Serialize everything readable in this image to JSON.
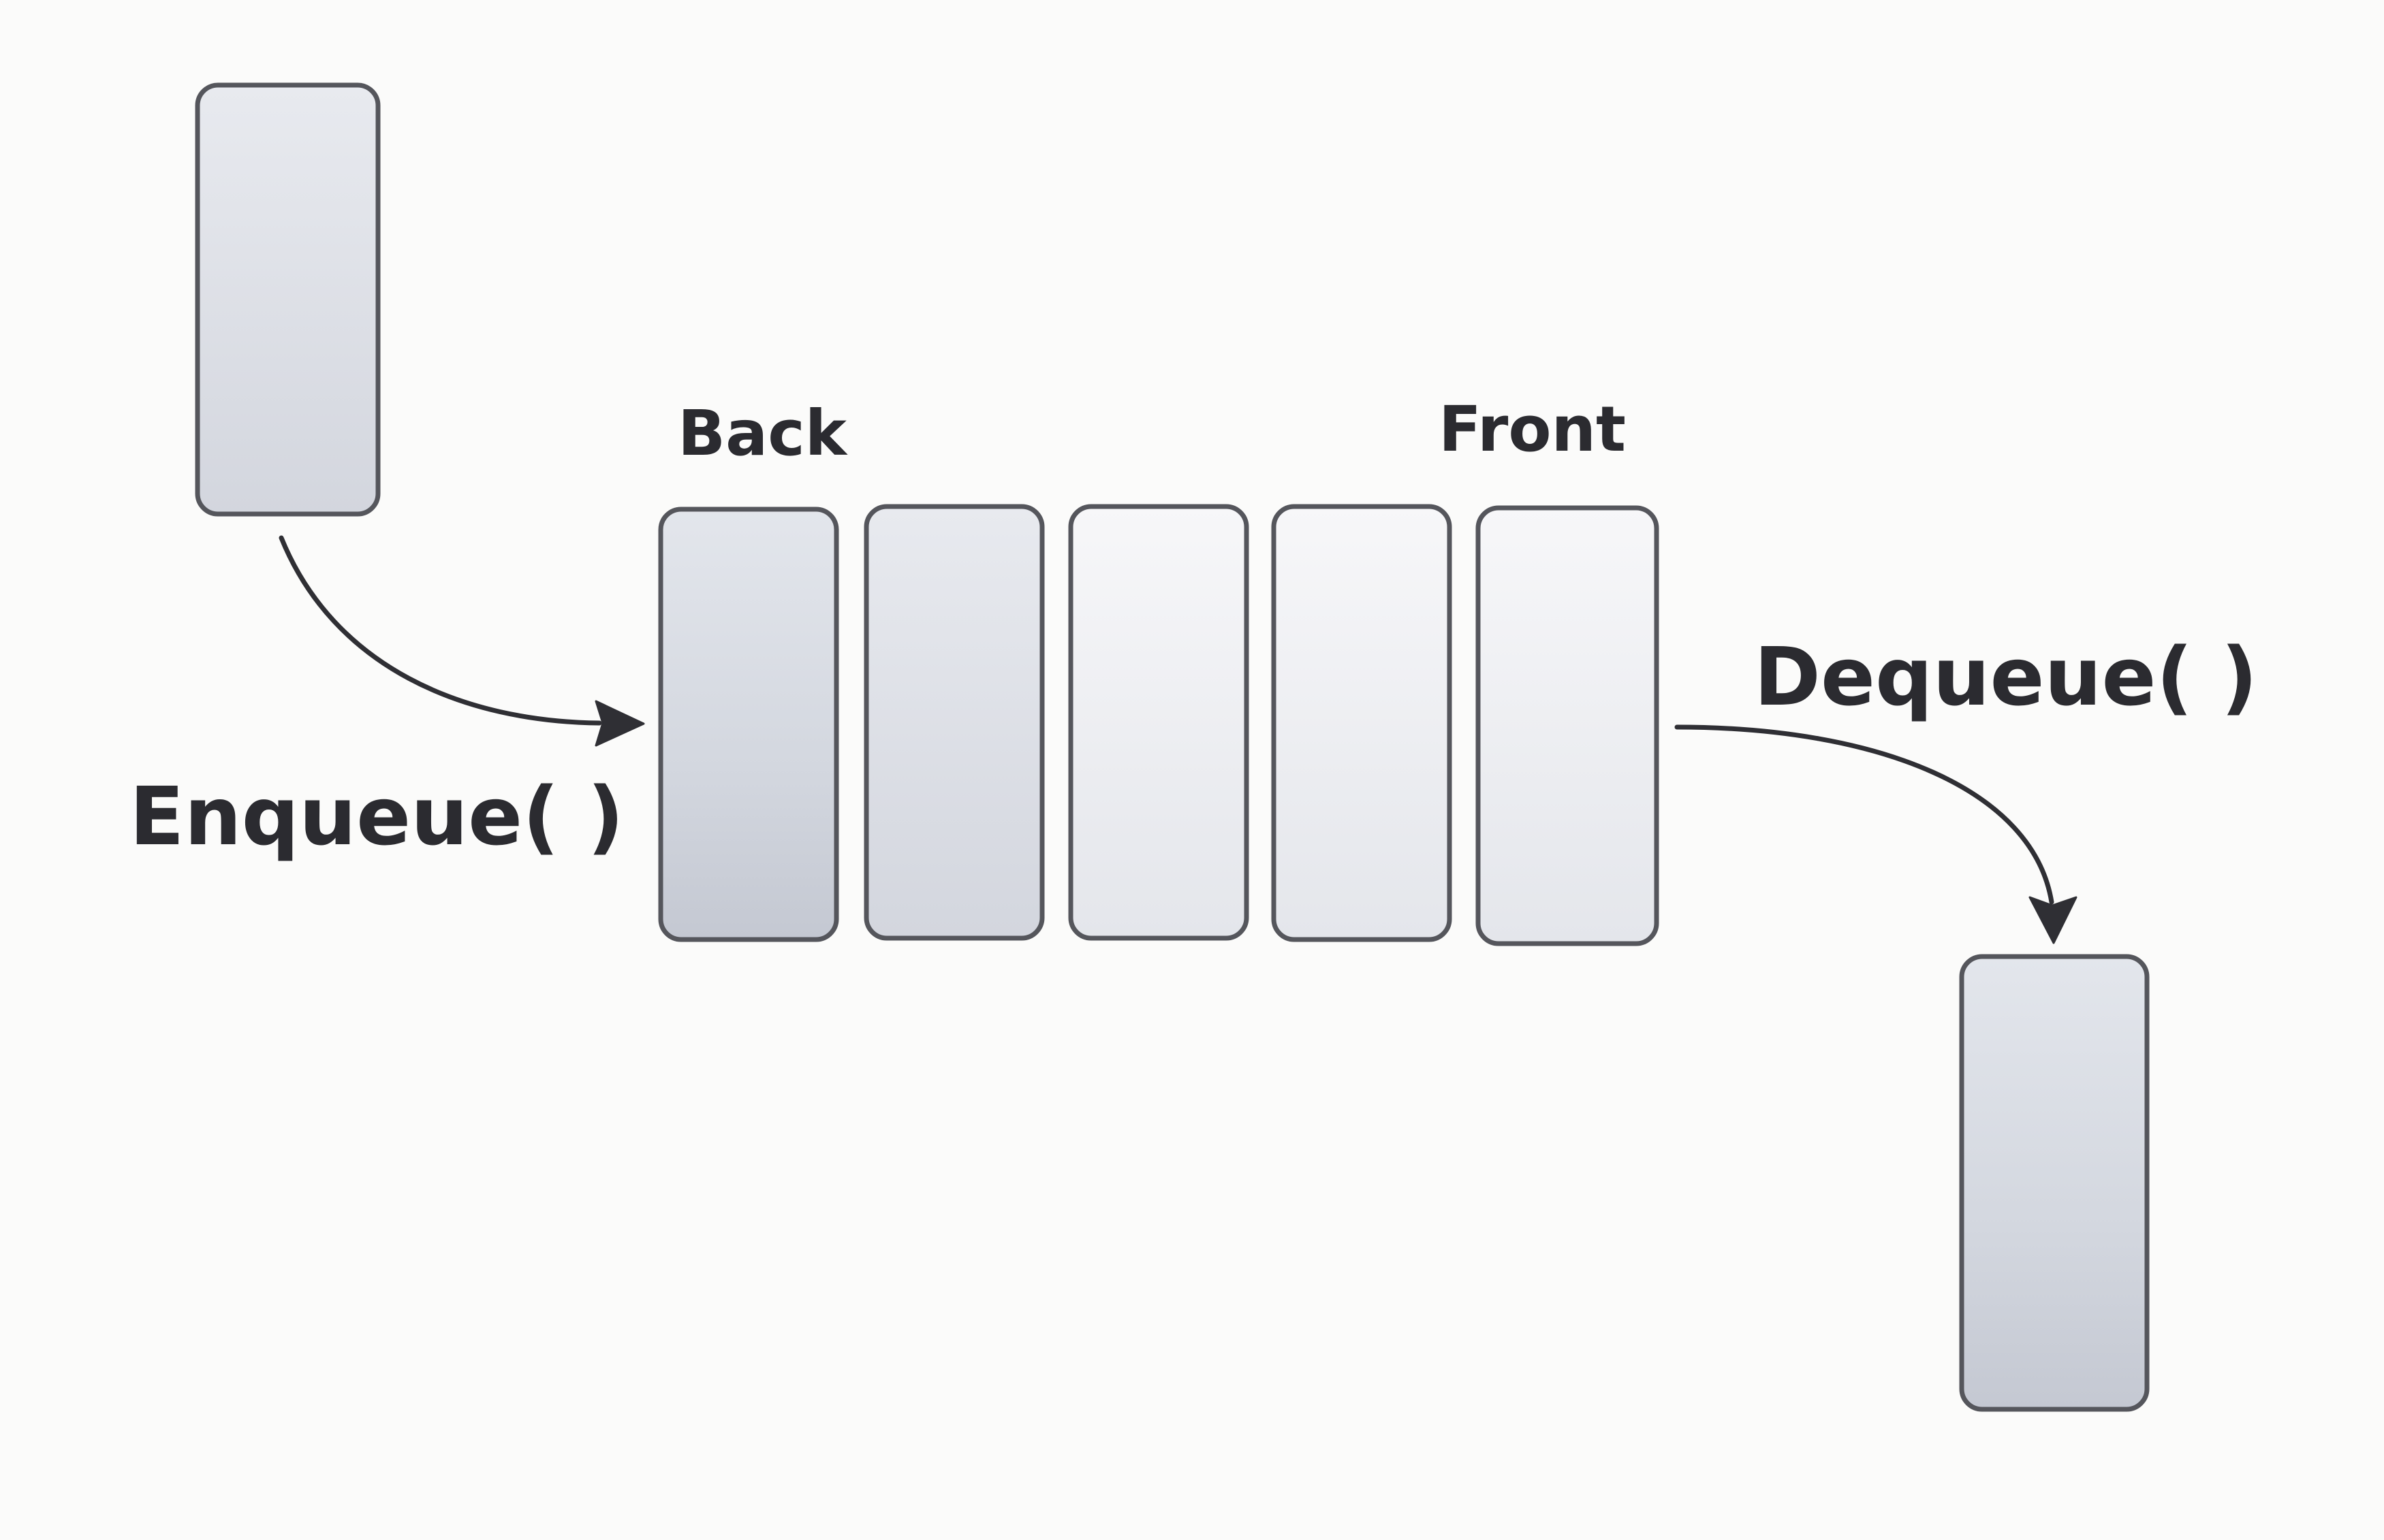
{
  "labels": {
    "back": "Back",
    "front": "Front",
    "enqueue": "Enqueue( )",
    "dequeue": "Dequeue( )"
  },
  "colors": {
    "background": "#fbfbfa",
    "outline": "#55565c",
    "arrow": "#2f2f34",
    "text": "#2b2b30",
    "cell_filled_dark": "#cfd3dc",
    "cell_filled_mid": "#dcdfe6",
    "cell_empty": "#f1f2f5"
  }
}
